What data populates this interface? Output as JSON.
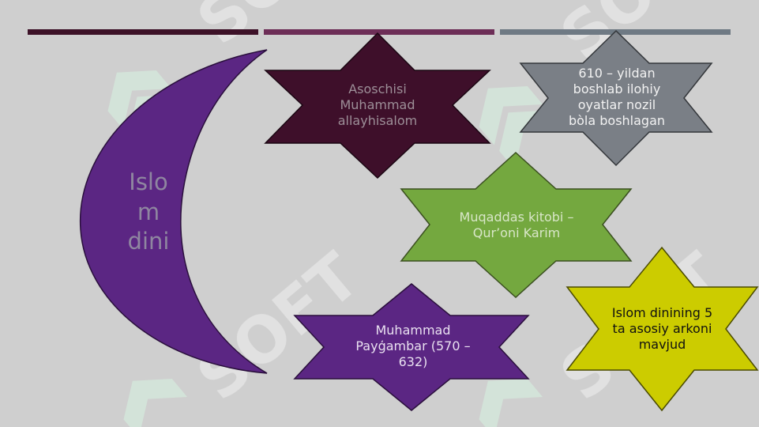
{
  "colors": {
    "background": "#cfcfcf",
    "bar_1": "#3d1228",
    "bar_2": "#6d2e57",
    "bar_3": "#6f7a84",
    "crescent": "#5b2683",
    "star_founder": "#3e0f2a",
    "star_revelation": "#7a7f86",
    "star_quran": "#74a83f",
    "star_prophet": "#5b2683",
    "star_pillars": "#cccc00",
    "watermark": "#d8f5e2"
  },
  "watermark": {
    "text": "SOFT"
  },
  "crescent": {
    "label": "Islo\nm\ndini"
  },
  "stars": {
    "founder": {
      "label": "Asoschisi\nMuhammad\nallayhisalom",
      "icon": "six-point-star"
    },
    "revelation": {
      "label": "610 – yildan\nboshlab ilohiy\noyatlar nozil\nbòla boshlagan",
      "icon": "six-point-star"
    },
    "quran": {
      "label": "Muqaddas kitobi –\nQur’oni Karim",
      "icon": "six-point-star"
    },
    "prophet": {
      "label": "Muhammad\nPayģambar      (570 –\n632)",
      "icon": "six-point-star"
    },
    "pillars": {
      "label": "Islom dinining 5\nta asosiy arkoni\nmavjud",
      "icon": "six-point-star"
    }
  }
}
